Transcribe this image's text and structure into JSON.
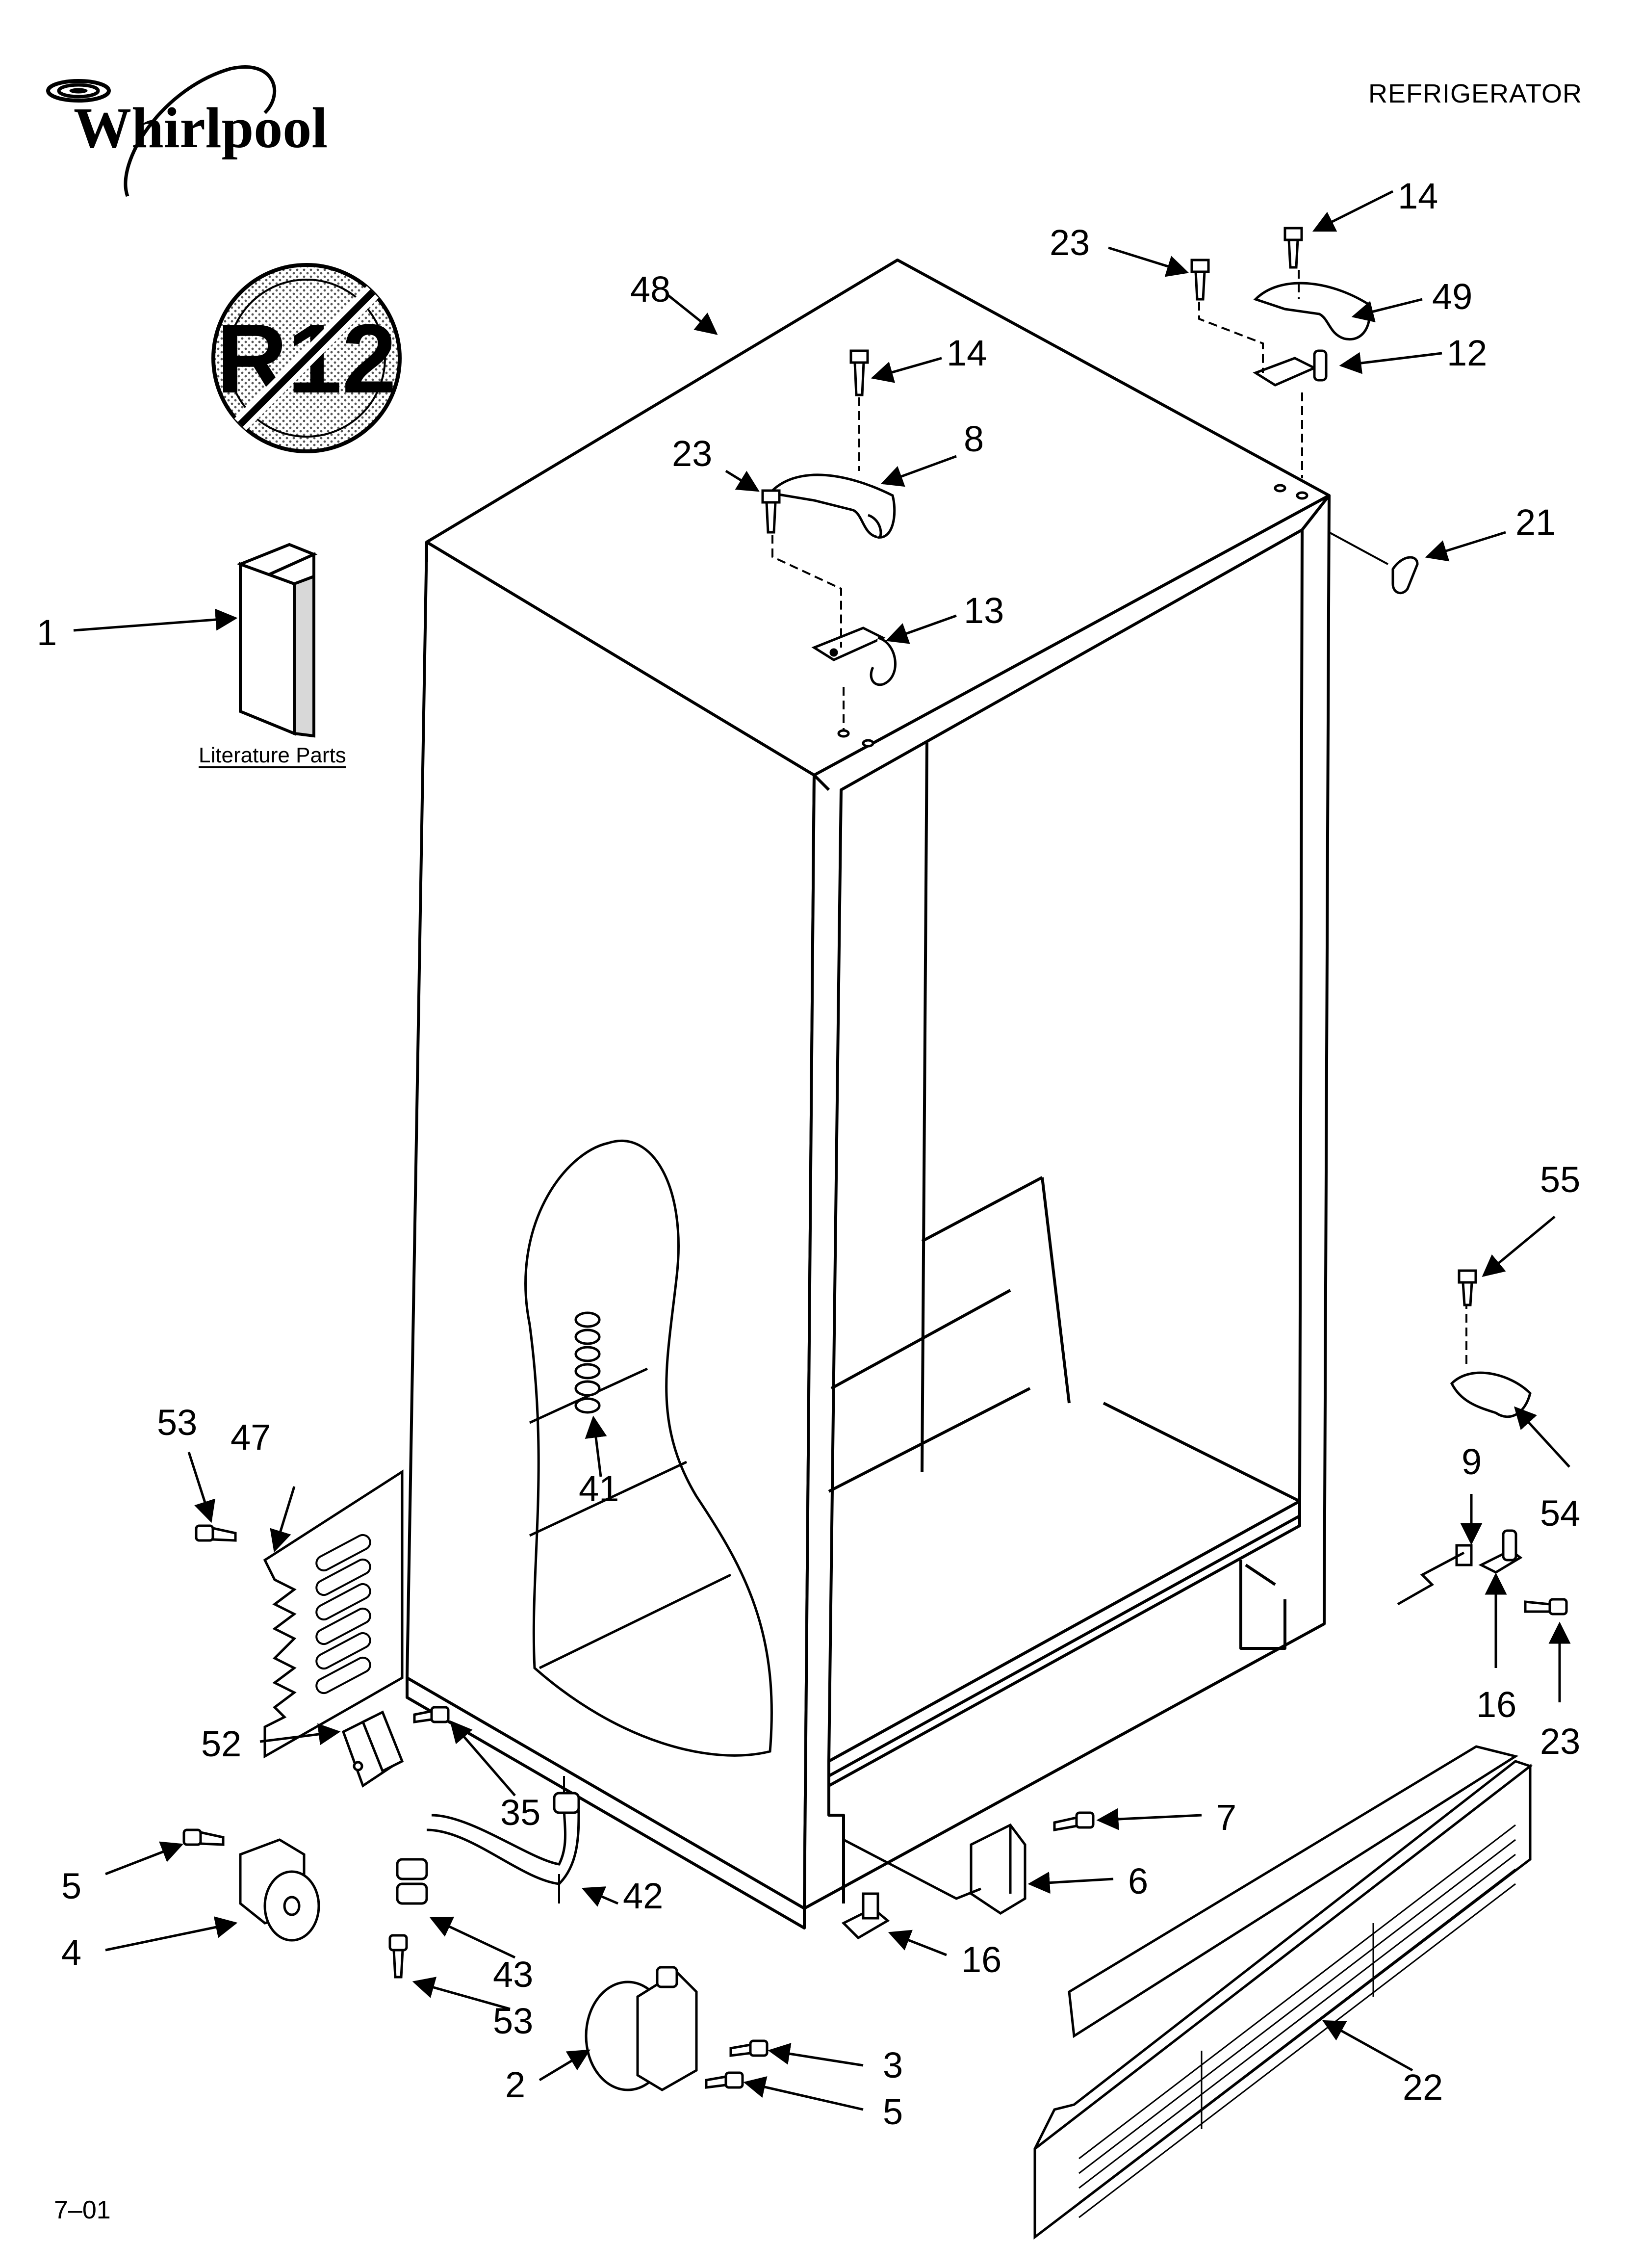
{
  "header": {
    "brand": "Whirlpool",
    "title": "REFRIGERATOR"
  },
  "badge": {
    "text": "R12"
  },
  "literature": {
    "caption": "Literature Parts"
  },
  "footer": {
    "code": "7–01"
  },
  "icons": {
    "logo": "whirlpool-swirl-logo",
    "badge": "no-r12-refrigerant-badge"
  },
  "callouts": [
    {
      "n": "1"
    },
    {
      "n": "48"
    },
    {
      "n": "23"
    },
    {
      "n": "14"
    },
    {
      "n": "8"
    },
    {
      "n": "13"
    },
    {
      "n": "23"
    },
    {
      "n": "14"
    },
    {
      "n": "49"
    },
    {
      "n": "12"
    },
    {
      "n": "21"
    },
    {
      "n": "55"
    },
    {
      "n": "54"
    },
    {
      "n": "9"
    },
    {
      "n": "16"
    },
    {
      "n": "23"
    },
    {
      "n": "41"
    },
    {
      "n": "53"
    },
    {
      "n": "47"
    },
    {
      "n": "52"
    },
    {
      "n": "35"
    },
    {
      "n": "5"
    },
    {
      "n": "4"
    },
    {
      "n": "43"
    },
    {
      "n": "53"
    },
    {
      "n": "42"
    },
    {
      "n": "2"
    },
    {
      "n": "3"
    },
    {
      "n": "5"
    },
    {
      "n": "7"
    },
    {
      "n": "6"
    },
    {
      "n": "16"
    },
    {
      "n": "22"
    }
  ]
}
